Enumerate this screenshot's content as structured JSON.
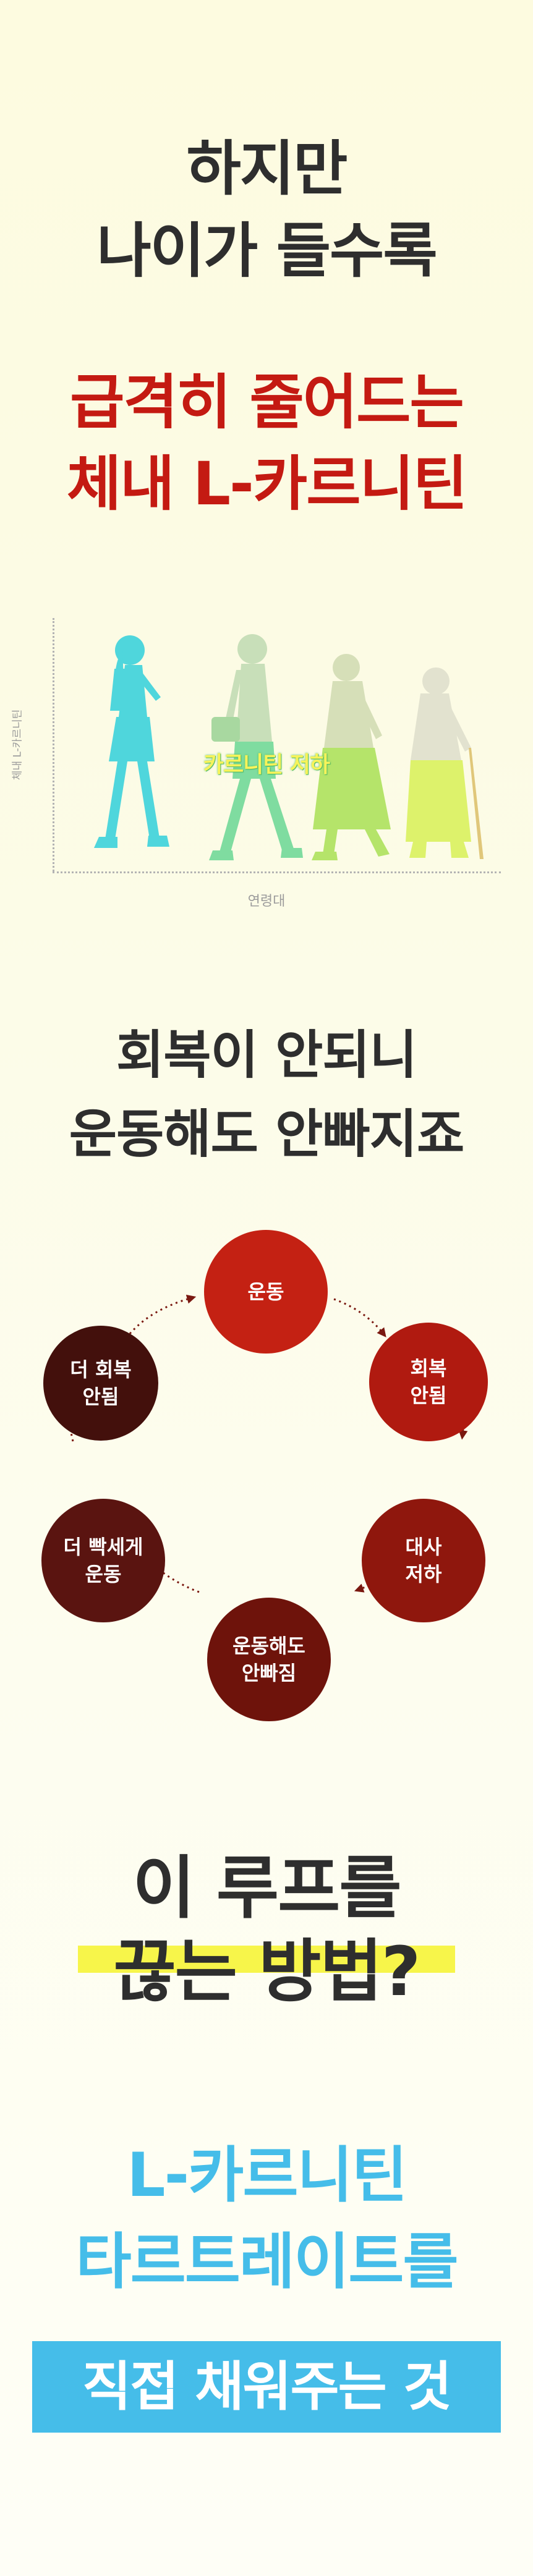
{
  "section1": {
    "line1": "하지만",
    "line2": "나이가 들수록"
  },
  "section2": {
    "line1": "급격히 줄어드는",
    "line2": "체내 L-카르니틴"
  },
  "chart": {
    "ylabel": "체내 L-카르니틴",
    "xlabel": "연령대",
    "annotation": "카르니틴 저하",
    "colors": {
      "figure1": "#4fd6dc",
      "figure2_top": "#c8dfb9",
      "figure2_bottom": "#7fdca0",
      "figure3_top": "#d6dfb8",
      "figure3_bottom": "#b5e46a",
      "figure4_top": "#e2e2cf",
      "figure4_bottom": "#ddf26b"
    }
  },
  "section3": {
    "line1": "회복이 안되니",
    "line2": "운동해도 안빠지죠"
  },
  "cycle": {
    "nodes": [
      {
        "id": "top",
        "label": "운동",
        "color": "#c42113"
      },
      {
        "id": "right-upper",
        "label": "회복\n안됨",
        "color": "#b01a10"
      },
      {
        "id": "right-lower",
        "label": "대사\n저하",
        "color": "#8f170d"
      },
      {
        "id": "bottom",
        "label": "운동해도\n안빠짐",
        "color": "#6e130b"
      },
      {
        "id": "left-lower",
        "label": "더 빡세게\n운동",
        "color": "#5a1410"
      },
      {
        "id": "left-upper",
        "label": "더 회복\n안됨",
        "color": "#43100c"
      }
    ],
    "arrow_color": "#7a1810"
  },
  "section4": {
    "line1": "이 루프를",
    "line2": "끊는 방법?"
  },
  "section5": {
    "line1": "L-카르니틴",
    "line2": "타르트레이트를",
    "box": "직접 채워주는 것"
  }
}
